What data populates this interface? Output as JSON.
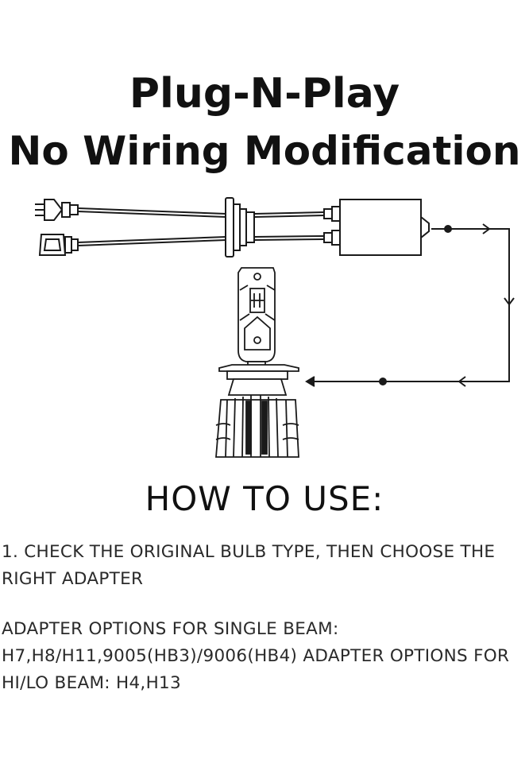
{
  "title_line1": "Plug-N-Play",
  "title_line2": "No Wiring Modification",
  "section_heading": "HOW TO USE:",
  "step1_text": "1. CHECK THE ORIGINAL BULB TYPE, THEN CHOOSE THE RIGHT ADAPTER",
  "adapter_options_text": "ADAPTER OPTIONS FOR SINGLE BEAM: H7,H8/H11,9005(HB3)/9006(HB4) ADAPTER OPTIONS FOR HI/LO BEAM: H4,H13",
  "colors": {
    "ink": "#111111",
    "line": "#1a1a1a",
    "fill": "#ffffff"
  },
  "icons": [
    "plug-connector-icon",
    "adapter-connector-icon",
    "driver-box-icon",
    "led-bulb-icon",
    "flow-arrow-icon"
  ]
}
